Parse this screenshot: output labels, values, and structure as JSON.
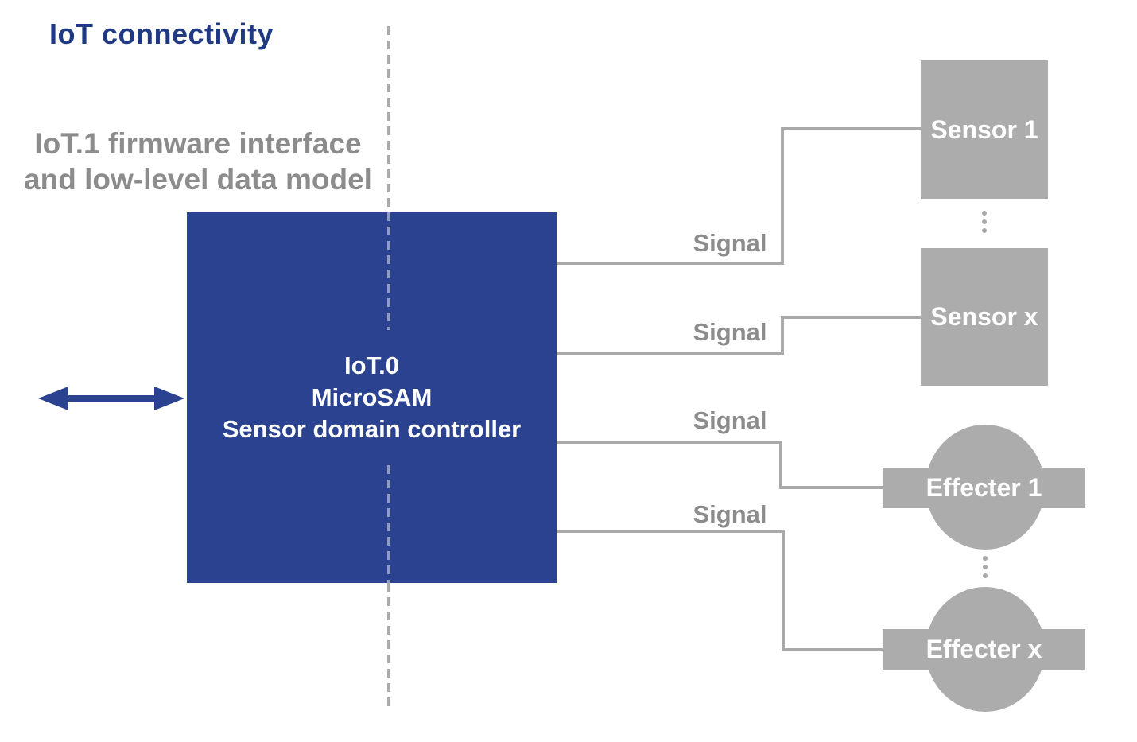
{
  "title": "IoT connectivity",
  "interface_caption": {
    "line1": "IoT.1 firmware interface",
    "line2": "and low-level data model"
  },
  "controller": {
    "line1": "IoT.0",
    "line2": "MicroSAM",
    "line3": "Sensor domain controller"
  },
  "signal_labels": [
    "Signal",
    "Signal",
    "Signal",
    "Signal"
  ],
  "sensors": {
    "first": "Sensor 1",
    "last": "Sensor x"
  },
  "effecters": {
    "first": "Effecter 1",
    "last": "Effecter x"
  },
  "icons": {
    "bus_arrow": "bidirectional-arrow",
    "sensor_continuation": "vertical-ellipsis",
    "effecter_continuation": "vertical-ellipsis",
    "boundary": "vertical-dashed-line"
  },
  "colors": {
    "brand_blue": "#2A428F",
    "title_blue": "#1F3A82",
    "element_gray": "#ACACAC",
    "line_gray": "#A9A9A9",
    "text_gray": "#8C8C8C"
  }
}
